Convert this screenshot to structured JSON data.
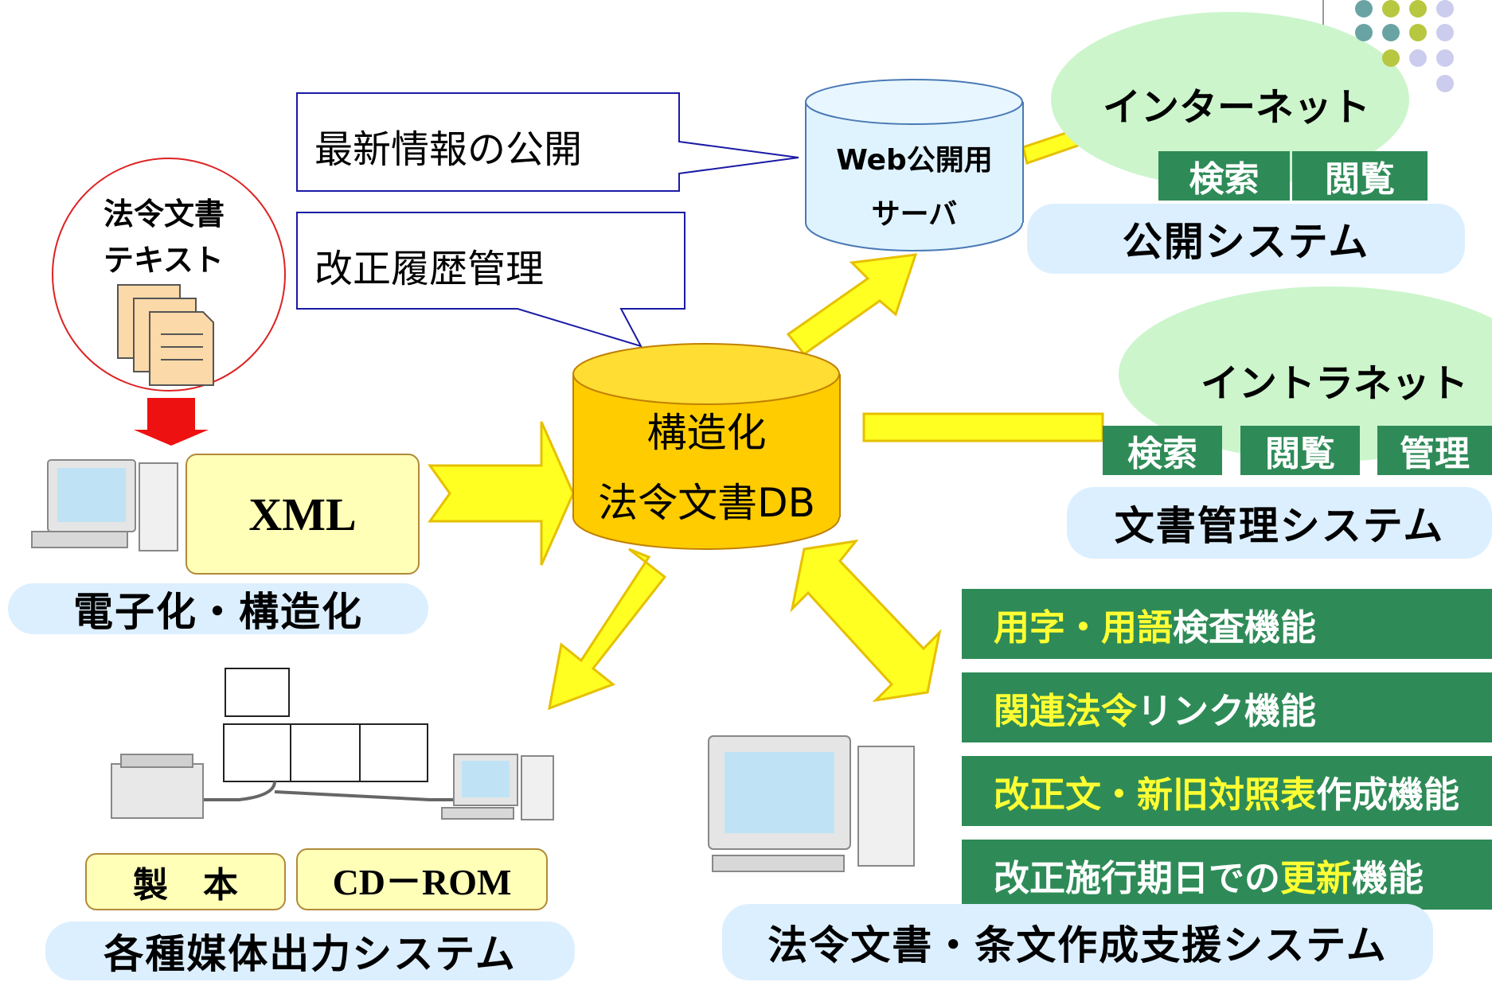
{
  "callouts": {
    "latest_info": "最新情報の公開",
    "revision_history": "改正履歴管理"
  },
  "source": {
    "title_line1": "法令文書",
    "title_line2": "テキスト"
  },
  "xml_box": "XML",
  "digitize_label": "電子化・構造化",
  "db": {
    "line1": "構造化",
    "line2": "法令文書DB"
  },
  "web_server": {
    "line1": "Web公開用",
    "line2": "サーバ"
  },
  "internet": {
    "title": "インターネット",
    "tabs": [
      "検索",
      "閲覧"
    ],
    "system_label": "公開システム"
  },
  "intranet": {
    "title": "イントラネット",
    "tabs": [
      "検索",
      "閲覧",
      "管理"
    ],
    "system_label": "文書管理システム"
  },
  "features": [
    {
      "highlight": "用字・用語",
      "rest": "検査機能"
    },
    {
      "highlight": "関連法令",
      "rest": "リンク機能"
    },
    {
      "highlight": "改正文・新旧対照表",
      "rest": "作成機能"
    },
    {
      "prefix": "改正施行期日での",
      "highlight": "更新",
      "rest": "機能"
    }
  ],
  "media": {
    "binding": "製　本",
    "cdrom": "CD－ROM",
    "system_label": "各種媒体出力システム"
  },
  "support_system_label": "法令文書・条文作成支援システム",
  "colors": {
    "accent_green": "#2e8b57",
    "pill_blue": "#dcefff",
    "cloud_green": "#ccf5cc",
    "arrow_yellow": "#ffff22",
    "db_orange": "#ffcc00",
    "highlight_yellow": "#ffff33"
  }
}
